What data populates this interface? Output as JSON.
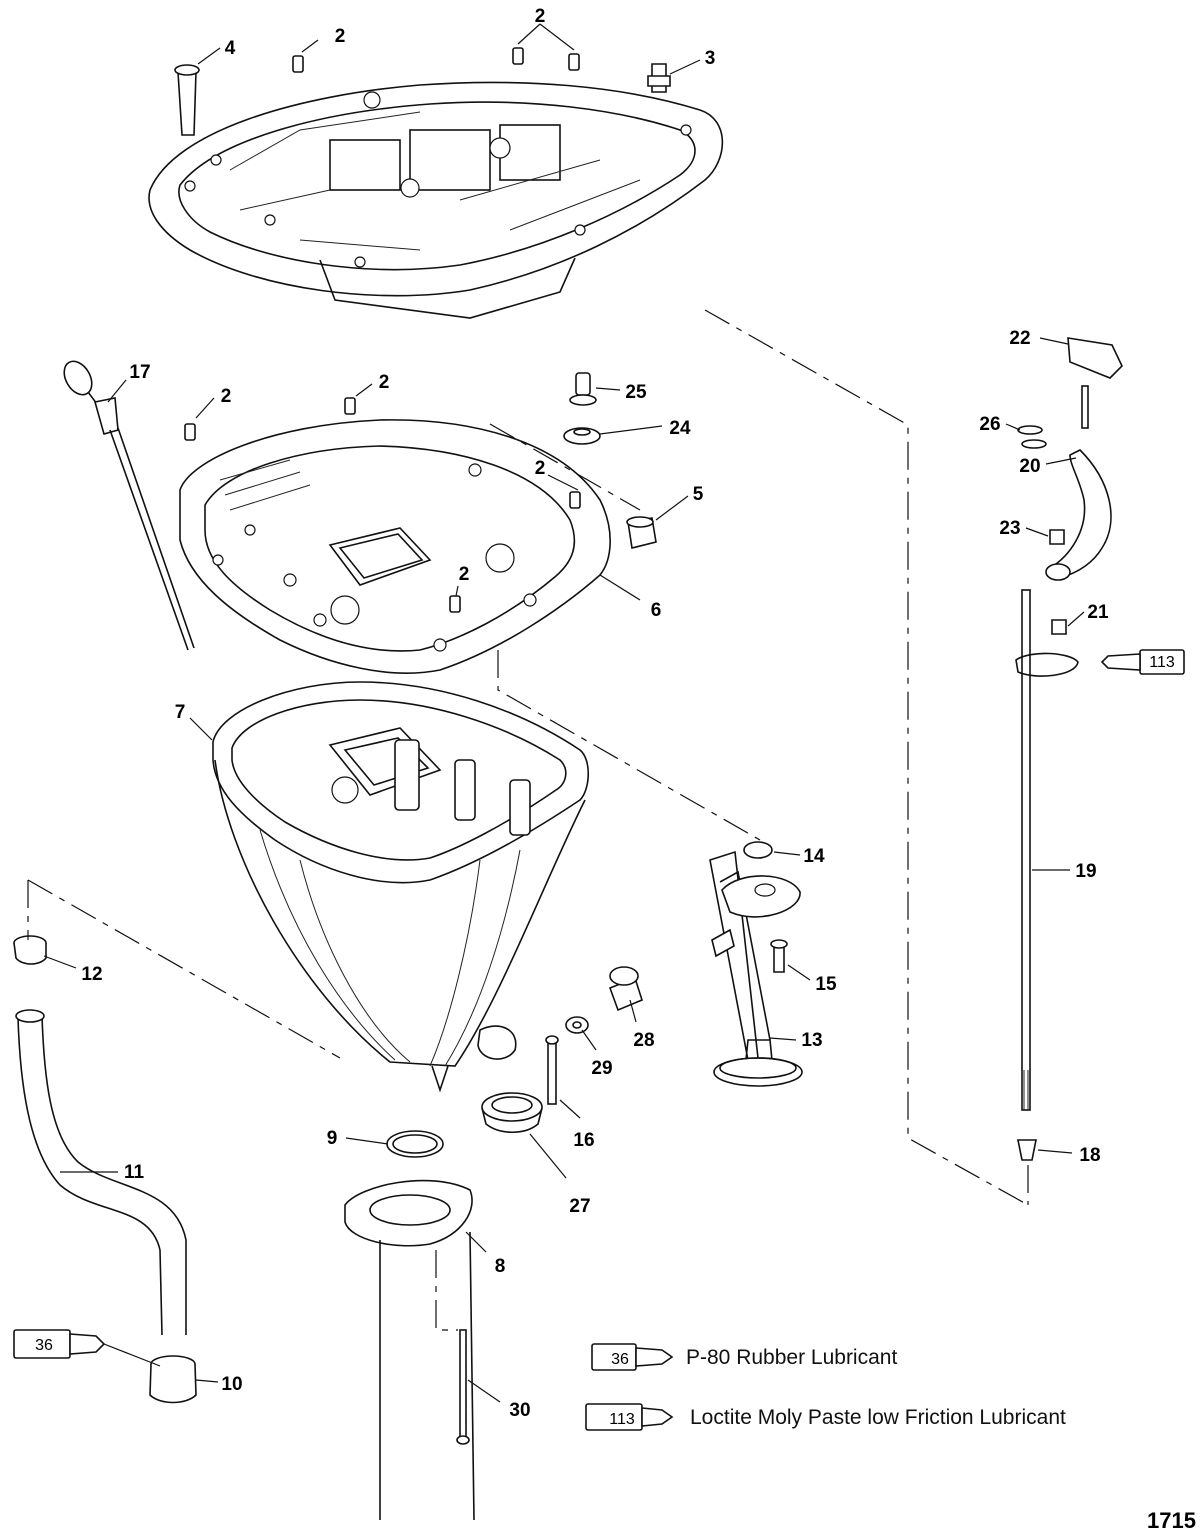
{
  "callouts": [
    {
      "n": "2"
    },
    {
      "n": "2"
    },
    {
      "n": "3"
    },
    {
      "n": "4"
    },
    {
      "n": "17"
    },
    {
      "n": "2"
    },
    {
      "n": "2"
    },
    {
      "n": "25"
    },
    {
      "n": "24"
    },
    {
      "n": "2"
    },
    {
      "n": "5"
    },
    {
      "n": "2"
    },
    {
      "n": "6"
    },
    {
      "n": "7"
    },
    {
      "n": "22"
    },
    {
      "n": "26"
    },
    {
      "n": "20"
    },
    {
      "n": "23"
    },
    {
      "n": "21"
    },
    {
      "n": "14"
    },
    {
      "n": "19"
    },
    {
      "n": "15"
    },
    {
      "n": "13"
    },
    {
      "n": "28"
    },
    {
      "n": "29"
    },
    {
      "n": "12"
    },
    {
      "n": "16"
    },
    {
      "n": "9"
    },
    {
      "n": "27"
    },
    {
      "n": "11"
    },
    {
      "n": "18"
    },
    {
      "n": "8"
    },
    {
      "n": "10"
    },
    {
      "n": "30"
    }
  ],
  "tube_labels": {
    "t113_on_part": "113",
    "t36_on_part": "36"
  },
  "legend": [
    {
      "code": "36",
      "text": "P-80 Rubber Lubricant"
    },
    {
      "code": "113",
      "text": "Loctite Moly Paste low Friction Lubricant"
    }
  ],
  "figure_number": "1715"
}
